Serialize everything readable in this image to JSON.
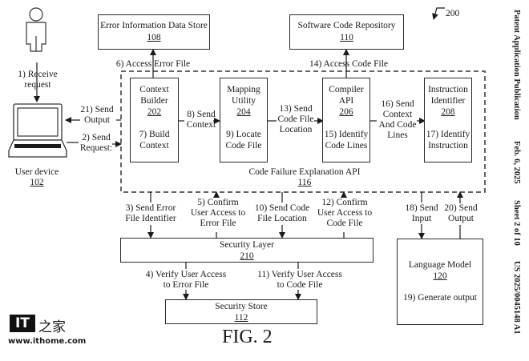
{
  "figure_ref": "200",
  "figure_label": "FIG. 2",
  "header_vertical": {
    "publication": "Patent Application Publication",
    "date": "Feb. 6, 2025",
    "sheet": "Sheet 2 of 10",
    "number": "US 2025/0045148 A1"
  },
  "watermark": {
    "logo_text": "IT",
    "logo_cn": "之家",
    "url": "www.ithome.com"
  },
  "user": {
    "receive_label": [
      "1) Receive",
      "request"
    ],
    "device_label": "User device",
    "device_num": "102"
  },
  "boxes": {
    "error_store": {
      "title": "Error Information Data Store",
      "num": "108"
    },
    "code_repo": {
      "title": "Software Code Repository",
      "num": "110"
    },
    "context_builder": {
      "title": [
        "Context",
        "Builder"
      ],
      "num": "202",
      "step": [
        "7) Build",
        "Context"
      ]
    },
    "mapping_utility": {
      "title": [
        "Mapping",
        "Utility"
      ],
      "num": "204",
      "step": [
        "9) Locate",
        "Code File"
      ]
    },
    "compiler_api": {
      "title": [
        "Compiler",
        "API"
      ],
      "num": "206",
      "step": [
        "15) Identify",
        "Code Lines"
      ]
    },
    "instruction_identifier": {
      "title": [
        "Instruction",
        "Identifier"
      ],
      "num": "208",
      "step": [
        "17) Identify",
        "Instruction"
      ]
    },
    "api_container": {
      "title": "Code Failure Explanation API",
      "num": "116"
    },
    "security_layer": {
      "title": "Security Layer",
      "num": "210"
    },
    "security_store": {
      "title": "Security Store",
      "num": "112"
    },
    "language_model": {
      "title": "Language Model",
      "num": "120",
      "step": "19) Generate output"
    }
  },
  "arrows": {
    "s2": [
      "2) Send",
      "Request:"
    ],
    "s21": [
      "21) Send",
      "Output"
    ],
    "s6": "6) Access Error File",
    "s14": "14) Access Code File",
    "s8": [
      "8) Send",
      "Context"
    ],
    "s13": [
      "13) Send",
      "Code File",
      "Location"
    ],
    "s16": [
      "16) Send",
      "Context",
      "And Code",
      "Lines"
    ],
    "s3": [
      "3) Send Error",
      "File Identifier"
    ],
    "s5": [
      "5) Confirm",
      "User Access to",
      "Error File"
    ],
    "s10": [
      "10) Send Code",
      "File Location"
    ],
    "s12": [
      "12) Confirm",
      "User Access to",
      "Code File"
    ],
    "s18": [
      "18) Send",
      "Input"
    ],
    "s20": [
      "20) Send",
      "Output"
    ],
    "s4": [
      "4) Verify User Access",
      "to Error File"
    ],
    "s11": [
      "11) Verify User Access",
      "to Code File"
    ]
  }
}
